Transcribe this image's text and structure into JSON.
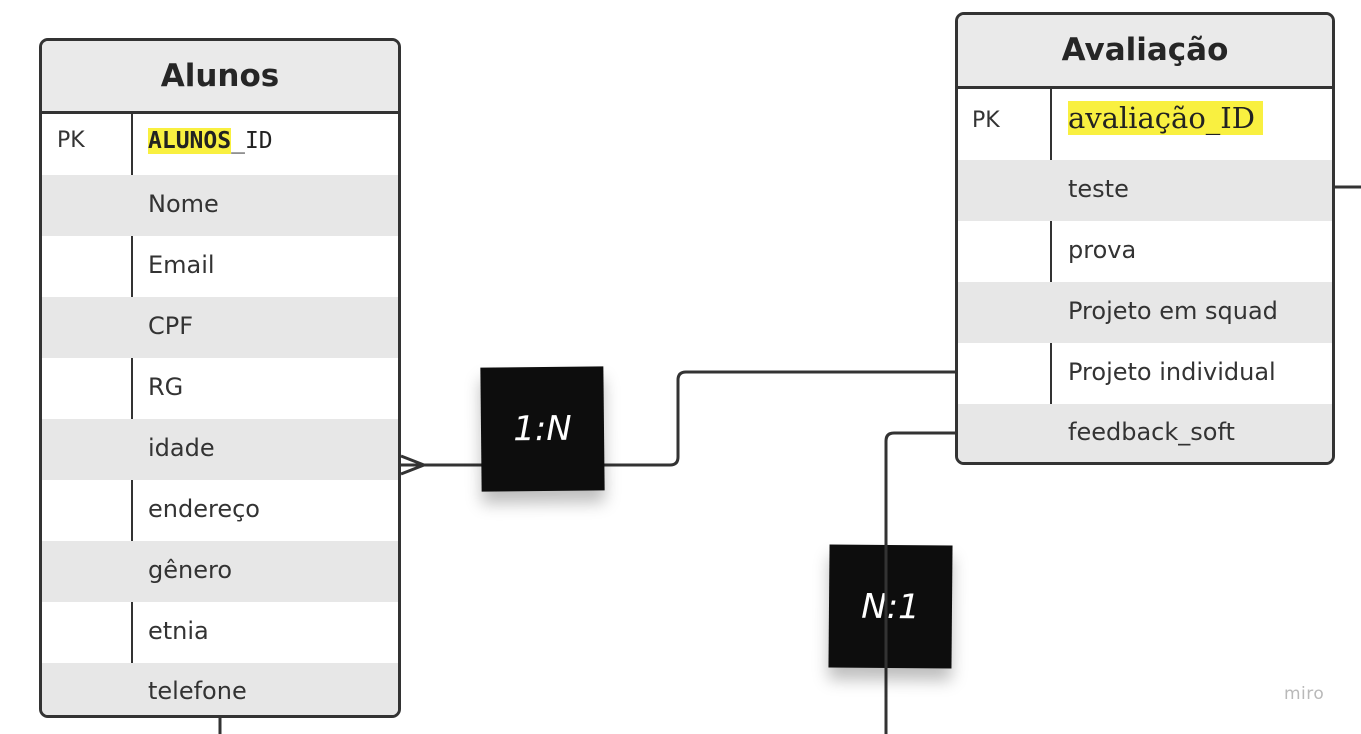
{
  "entities": {
    "alunos": {
      "title": "Alunos",
      "pk_label": "PK",
      "pk_field_highlight": "ALUNOS",
      "pk_field_suffix": "_ID",
      "fields": [
        "Nome",
        "Email",
        "CPF",
        "RG",
        "idade",
        "endereço",
        "gênero",
        "etnia",
        "telefone"
      ]
    },
    "avaliacao": {
      "title": "Avaliação",
      "pk_label": "PK",
      "pk_field": "avaliação_ID",
      "fields": [
        "teste",
        "prova",
        "Projeto em squad",
        "Projeto individual",
        "feedback_soft"
      ]
    }
  },
  "relationships": [
    {
      "label": "1:N"
    },
    {
      "label": "N:1"
    }
  ],
  "watermark": "miro",
  "colors": {
    "highlight": "#f9f040",
    "shaded_row": "#e7e7e7",
    "header_fill": "#eaeaea",
    "border": "#333333",
    "note_fill": "#0d0d0d"
  }
}
